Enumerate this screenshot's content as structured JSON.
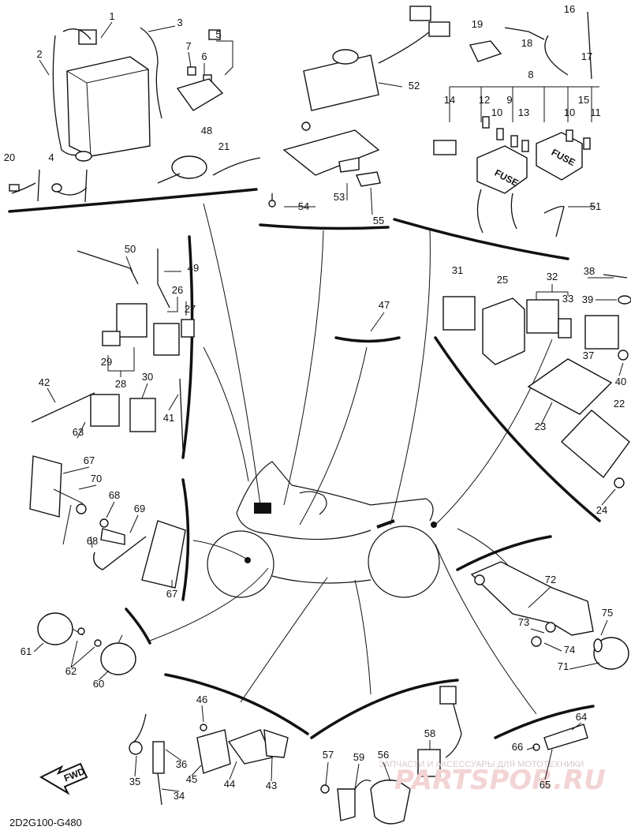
{
  "diagram_code": "2D2G100-G480",
  "fwd_label": "FWD",
  "fuse_label": "FUSE",
  "watermark": {
    "line": "ЗАПЧАСТИ И АКСЕССУАРЫ ДЛЯ МОТОТЕХНИКИ",
    "brand": "PARTSPOR.RU"
  },
  "callouts": [
    "1",
    "2",
    "3",
    "4",
    "5",
    "6",
    "7",
    "8",
    "9",
    "10",
    "11",
    "12",
    "13",
    "14",
    "15",
    "16",
    "17",
    "18",
    "19",
    "20",
    "21",
    "22",
    "23",
    "24",
    "25",
    "26",
    "27",
    "28",
    "29",
    "30",
    "31",
    "32",
    "33",
    "34",
    "35",
    "36",
    "37",
    "38",
    "39",
    "40",
    "41",
    "42",
    "43",
    "44",
    "45",
    "46",
    "47",
    "48",
    "49",
    "50",
    "51",
    "52",
    "53",
    "54",
    "55",
    "56",
    "57",
    "58",
    "59",
    "60",
    "61",
    "62",
    "63",
    "64",
    "65",
    "66",
    "67",
    "68",
    "69",
    "70",
    "71",
    "72",
    "73",
    "74",
    "75"
  ]
}
